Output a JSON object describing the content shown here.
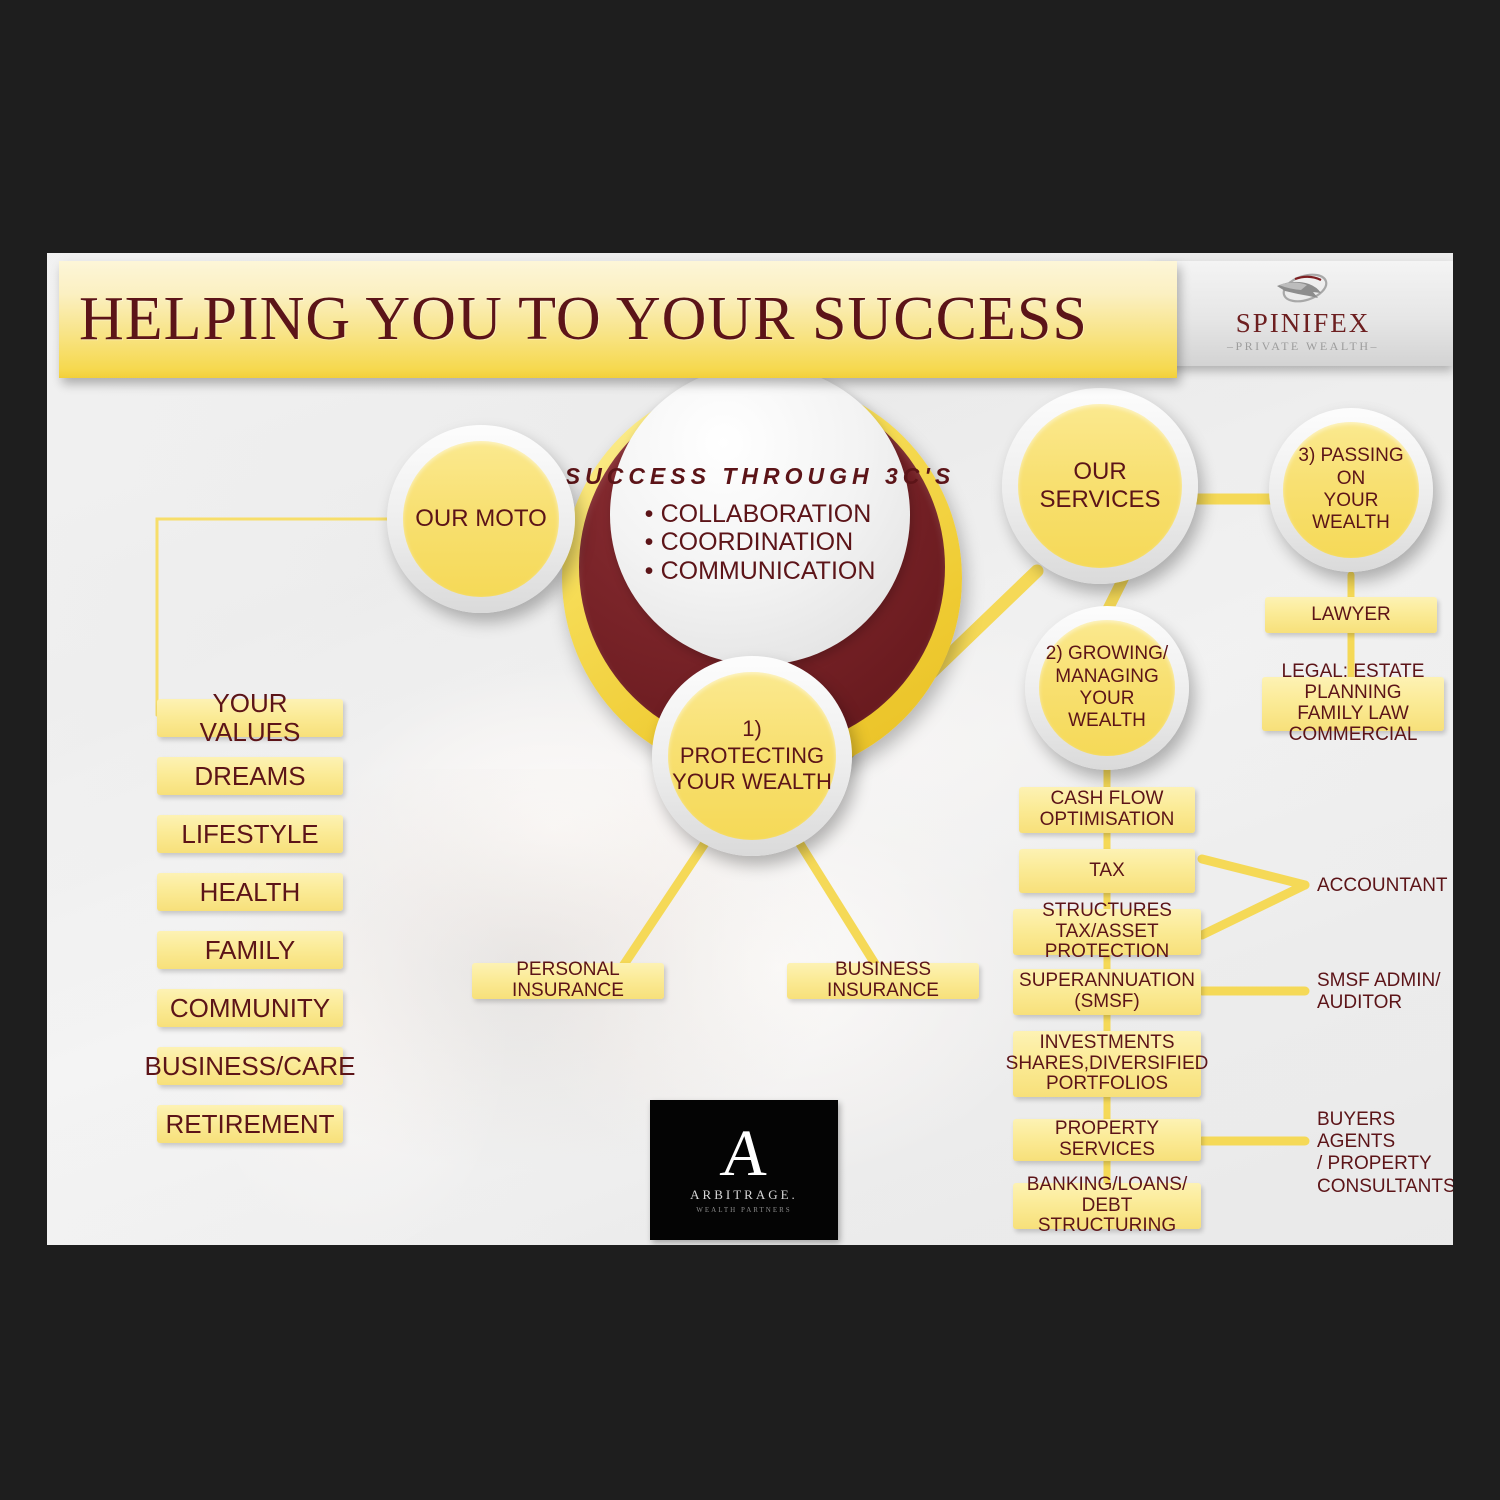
{
  "header": {
    "title": "HELPING YOU TO YOUR SUCCESS",
    "logo_name": "SPINIFEX",
    "logo_tagline": "–PRIVATE WEALTH–",
    "logo_mark_icon": "bird-swoosh-icon"
  },
  "center": {
    "heading": "SUCCESS THROUGH 3C'S",
    "bullets": [
      "COLLABORATION",
      "COORDINATION",
      "COMMUNICATION"
    ]
  },
  "nodes": {
    "moto": "OUR MOTO",
    "services": "OUR SERVICES",
    "protecting": "1) PROTECTING\nYOUR WEALTH",
    "protecting_l1": "1) PROTECTING",
    "protecting_l2": "YOUR WEALTH",
    "growing_l1": "2) GROWING/",
    "growing_l2": "MANAGING",
    "growing_l3": "YOUR",
    "growing_l4": "WEALTH",
    "passing_l1": "3) PASSING ON",
    "passing_l2": "YOUR",
    "passing_l3": "WEALTH"
  },
  "values_column": [
    "YOUR VALUES",
    "DREAMS",
    "LIFESTYLE",
    "HEALTH",
    "FAMILY",
    "COMMUNITY",
    "BUSINESS/CARE",
    "RETIREMENT"
  ],
  "insurance": {
    "personal": "PERSONAL INSURANCE",
    "business": "BUSINESS INSURANCE"
  },
  "estate_chain": {
    "lawyer": "LAWYER",
    "legal_l1": "LEGAL: ESTATE PLANNING",
    "legal_l2": "FAMILY LAW COMMERCIAL"
  },
  "growing_chain": [
    {
      "l1": "CASH FLOW",
      "l2": "OPTIMISATION",
      "l3": ""
    },
    {
      "l1": "TAX",
      "l2": "",
      "l3": ""
    },
    {
      "l1": "STRUCTURES",
      "l2": "TAX/ASSET PROTECTION",
      "l3": ""
    },
    {
      "l1": "SUPERANNUATION",
      "l2": "(SMSF)",
      "l3": ""
    },
    {
      "l1": "INVESTMENTS",
      "l2": "SHARES,DIVERSIFIED",
      "l3": "PORTFOLIOS"
    },
    {
      "l1": "PROPERTY SERVICES",
      "l2": "",
      "l3": ""
    },
    {
      "l1": "BANKING/LOANS/",
      "l2": "DEBT STRUCTURING",
      "l3": ""
    }
  ],
  "advisers": {
    "accountant": "ACCOUNTANT",
    "smsf_l1": "SMSF ADMIN/",
    "smsf_l2": "AUDITOR",
    "buyers_l1": "BUYERS AGENTS",
    "buyers_l2": "/ PROPERTY",
    "buyers_l3": "CONSULTANTS"
  },
  "arbitrage": {
    "letter": "A",
    "name": "ARBITRAGE.",
    "sub": "WEALTH PARTNERS"
  },
  "colors": {
    "maroon": "#5c1418",
    "deep_maroon": "#7a2429",
    "yellow": "#f5d957",
    "chip_yellow": "#fbeb97",
    "backdrop": "#1e1e1e"
  }
}
